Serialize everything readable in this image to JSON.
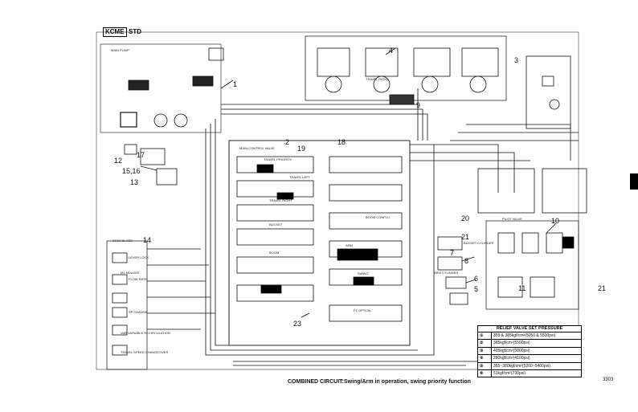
{
  "header": {
    "model_box": "KCME",
    "model_suffix": "STD"
  },
  "caption": "COMBINED CIRCUIT:Swing/Arm in operation, swing priority function",
  "page_number": "3303",
  "callouts": [
    "1",
    "2",
    "3",
    "4",
    "5",
    "6",
    "7",
    "8",
    "9",
    "10",
    "11",
    "12",
    "13",
    "14",
    "15,16",
    "17",
    "18",
    "19",
    "20",
    "21",
    "21",
    "23"
  ],
  "component_labels": {
    "main_control_valve": "MAIN CONTROL VALVE",
    "travel_left": "TRAVEL LEFT",
    "travel_right": "TRAVEL RIGHT",
    "bucket": "BUCKET",
    "boom_conflu": "BOOM CONFLU.",
    "boom": "BOOM",
    "arm": "ARM",
    "swing": "SWING",
    "p2_option": "P2 OPTION",
    "travel_priority": "TRAVEL PRIORITY",
    "solv_block": "SOLV BLOCK",
    "pilot_valve": "PILOT VALVE",
    "bucket_cylinder": "BUCKET CYLINDER",
    "arm_cylinder": "ARM CYLINDER",
    "travel_right_top": "TRAVEL RIGHT",
    "lever_lock": "LEVER LOCK",
    "flow_rate": "FLOW RATE",
    "sp_change": "SP CHANGE",
    "var_variable_recirculation": "VAR VARIABLE RECIRCULATION",
    "travel_speed_changeover": "TRAVEL SPEED CHANGEOVER",
    "m1_mdaxmt": "M1 MDAXMT",
    "main_pump": "MAIN PUMP"
  },
  "relief_table": {
    "title": "RELIEF VALVE SET PRESSURE",
    "rows": [
      {
        "key": "①",
        "value": "355 & 385kgf/cm²(5050 & 5500psi)"
      },
      {
        "key": "②",
        "value": "385kgf/cm²(5500psi)"
      },
      {
        "key": "③",
        "value": "405kgf/cm²(5800psi)"
      },
      {
        "key": "④",
        "value": "280kgf/cm²(4100psi)"
      },
      {
        "key": "⑤",
        "value": "365~380kgf/cm²(5200~5400psi)"
      },
      {
        "key": "⑥",
        "value": "51kgf/cm²(730psi)"
      }
    ]
  },
  "colors": {
    "line": "#111111",
    "highlight": "#000000",
    "background": "#ffffff"
  }
}
